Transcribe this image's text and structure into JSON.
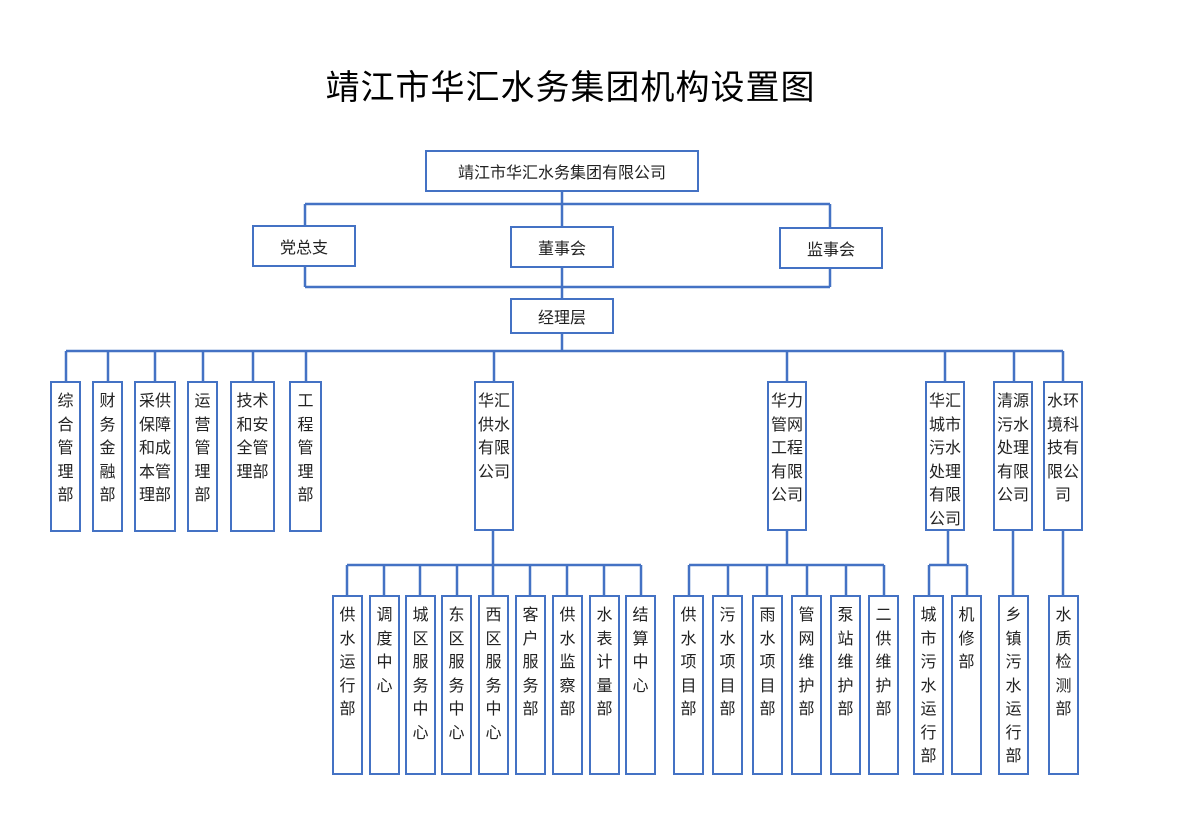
{
  "title": "靖江市华汇水务集团机构设置图",
  "root": {
    "label": "靖江市华汇水务集团有限公司"
  },
  "governance": [
    {
      "label": "党总支"
    },
    {
      "label": "董事会"
    },
    {
      "label": "监事会"
    }
  ],
  "management": {
    "label": "经理层"
  },
  "departments": [
    {
      "label": "综合管理部"
    },
    {
      "label": "财务金融部"
    },
    {
      "label": "采供保障和成本管理部"
    },
    {
      "label": "运营管理部"
    },
    {
      "label": "技术和安全管理部"
    },
    {
      "label": "工程管理部"
    }
  ],
  "subsidiaries": [
    {
      "label": "华汇供水有限公司",
      "children": [
        {
          "label": "供水运行部"
        },
        {
          "label": "调度中心"
        },
        {
          "label": "城区服务中心"
        },
        {
          "label": "东区服务中心"
        },
        {
          "label": "西区服务中心"
        },
        {
          "label": "客户服务部"
        },
        {
          "label": "供水监察部"
        },
        {
          "label": "水表计量部"
        },
        {
          "label": "结算中心"
        }
      ]
    },
    {
      "label": "华力管网工程有限公司",
      "children": [
        {
          "label": "供水项目部"
        },
        {
          "label": "污水项目部"
        },
        {
          "label": "雨水项目部"
        },
        {
          "label": "管网维护部"
        },
        {
          "label": "泵站维护部"
        },
        {
          "label": "二供维护部"
        }
      ]
    },
    {
      "label": "华汇城市污水处理有限公司",
      "children": [
        {
          "label": "城市污水运行部"
        },
        {
          "label": "机修部"
        }
      ]
    },
    {
      "label": "清源污水处理有限公司",
      "children": [
        {
          "label": "乡镇污水运行部"
        }
      ]
    },
    {
      "label": "水环境科技有限公司",
      "children": [
        {
          "label": "水质检测部"
        }
      ]
    }
  ],
  "colors": {
    "line": "#4472c4",
    "text": "#222222"
  }
}
